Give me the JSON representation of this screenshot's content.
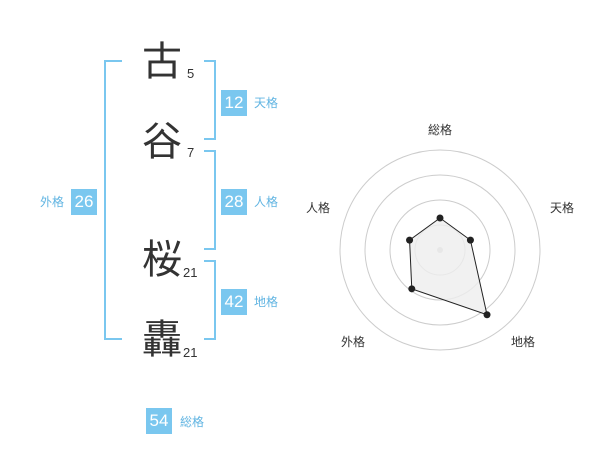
{
  "name": {
    "chars": [
      {
        "char": "古",
        "strokes": "5"
      },
      {
        "char": "谷",
        "strokes": "7"
      },
      {
        "char": "桜",
        "strokes": "21"
      },
      {
        "char": "轟",
        "strokes": "21"
      }
    ]
  },
  "fortune": {
    "tenkaku": {
      "value": "12",
      "label": "天格"
    },
    "jinkaku": {
      "value": "28",
      "label": "人格"
    },
    "chikaku": {
      "value": "42",
      "label": "地格"
    },
    "gaikaku": {
      "value": "26",
      "label": "外格"
    },
    "soukaku": {
      "value": "54",
      "label": "総格"
    }
  },
  "radar": {
    "axes": [
      "総格",
      "天格",
      "地格",
      "外格",
      "人格"
    ],
    "values": [
      2,
      2,
      5,
      3,
      2
    ],
    "max": 5,
    "rings": 4,
    "colors": {
      "grid": "#cccccc",
      "line": "#222222",
      "fill": "#eeeeee",
      "point": "#222222"
    }
  },
  "colors": {
    "accent": "#7ac7ef",
    "accent_text": "#60b4e2"
  }
}
